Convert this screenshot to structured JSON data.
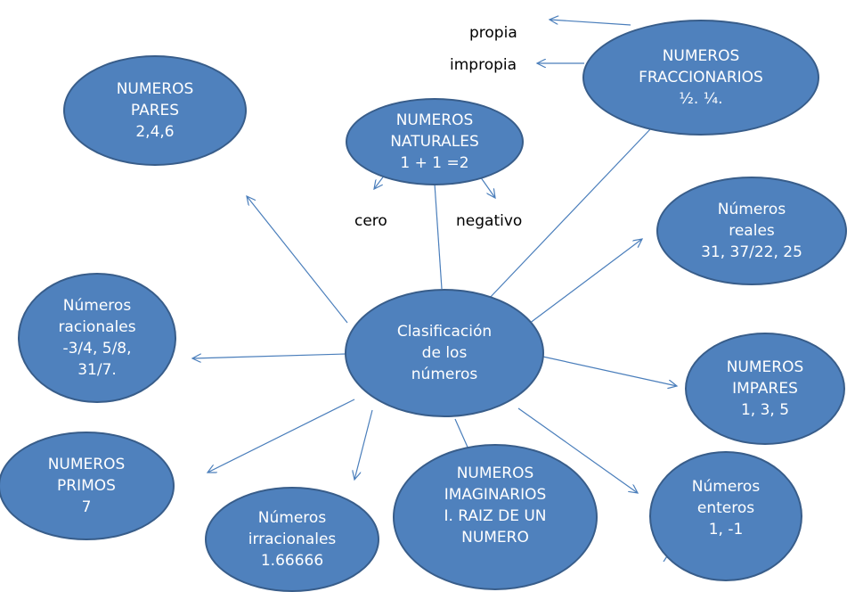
{
  "colors": {
    "node_fill": "#4f81bd",
    "node_border": "#385d8a",
    "node_text": "#ffffff",
    "connector": "#4a7ebb",
    "label_text": "#000000"
  },
  "nodes": {
    "center": {
      "lines": [
        "Clasificación",
        "de los",
        "números"
      ]
    },
    "pares": {
      "lines": [
        "NUMEROS",
        "PARES",
        "2,4,6"
      ]
    },
    "naturales": {
      "lines": [
        "NUMEROS",
        "NATURALES",
        "1 + 1 =2"
      ]
    },
    "fraccionarios": {
      "lines": [
        "NUMEROS",
        "FRACCIONARIOS",
        "½. ¼."
      ]
    },
    "reales": {
      "lines": [
        "Números",
        "reales",
        "31, 37/22, 25"
      ]
    },
    "racionales": {
      "lines": [
        "Números",
        "racionales",
        "-3/4, 5/8,",
        "31/7."
      ]
    },
    "impares": {
      "lines": [
        "NUMEROS",
        "IMPARES",
        "1, 3, 5"
      ]
    },
    "primos": {
      "lines": [
        "NUMEROS",
        "PRIMOS",
        "7"
      ]
    },
    "irracionales": {
      "lines": [
        "Números",
        "irracionales",
        "1.66666"
      ]
    },
    "imaginarios": {
      "lines": [
        "NUMEROS",
        "IMAGINARIOS",
        "I. RAIZ DE UN",
        "NUMERO"
      ]
    },
    "enteros": {
      "lines": [
        "Números",
        "enteros",
        "1, -1"
      ]
    }
  },
  "labels": {
    "propia": "propia",
    "impropia": "impropia",
    "cero": "cero",
    "negativo": "negativo"
  }
}
